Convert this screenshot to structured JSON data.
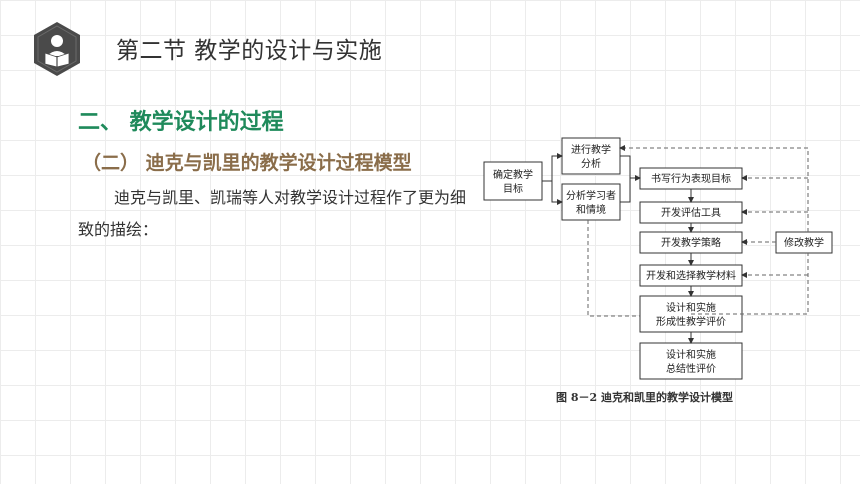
{
  "header": {
    "title": "第二节  教学的设计与实施",
    "logo_icon": "reader-book-icon"
  },
  "section": {
    "heading": "二、 教学设计的过程"
  },
  "subsection": {
    "heading": "（二） 迪克与凯里的教学设计过程模型"
  },
  "body": {
    "paragraph": "迪克与凯里、凯瑞等人对教学设计过程作了更为细致的描绘："
  },
  "diagram": {
    "nodes": {
      "goal_line1": "确定教学",
      "goal_line2": "目标",
      "analysis_line1": "进行教学",
      "analysis_line2": "分析",
      "learner_line1": "分析学习者",
      "learner_line2": "和情境",
      "objectives": "书写行为表现目标",
      "assessment": "开发评估工具",
      "strategy": "开发教学策略",
      "materials": "开发和选择教学材料",
      "formative_line1": "设计和实施",
      "formative_line2": "形成性教学评价",
      "summative_line1": "设计和实施",
      "summative_line2": "总结性评价",
      "revise": "修改教学"
    },
    "caption": "图 8－2    迪克和凯里的教学设计模型"
  },
  "colors": {
    "green": "#1f8a5b",
    "brown": "#8a6d4a",
    "dark": "#333333",
    "logo_bg": "#4a4a4a"
  }
}
